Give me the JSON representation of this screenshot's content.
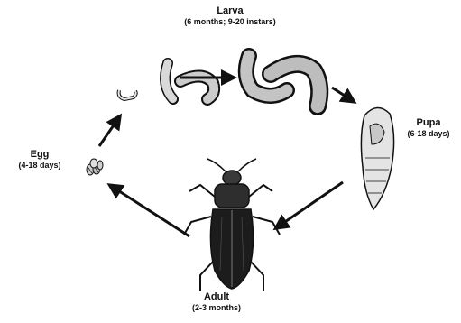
{
  "stages": {
    "larva": {
      "name": "Larva",
      "duration": "(6 months; 9-20 instars)"
    },
    "pupa": {
      "name": "Pupa",
      "duration": "(6-18 days)"
    },
    "egg": {
      "name": "Egg",
      "duration": "(4-18 days)"
    },
    "adult": {
      "name": "Adult",
      "duration": "(2-3 months)"
    }
  },
  "colors": {
    "ink": "#111111",
    "body_light": "#d8d8d8",
    "body_mid": "#9a9a9a",
    "body_dark": "#2a2a2a"
  }
}
